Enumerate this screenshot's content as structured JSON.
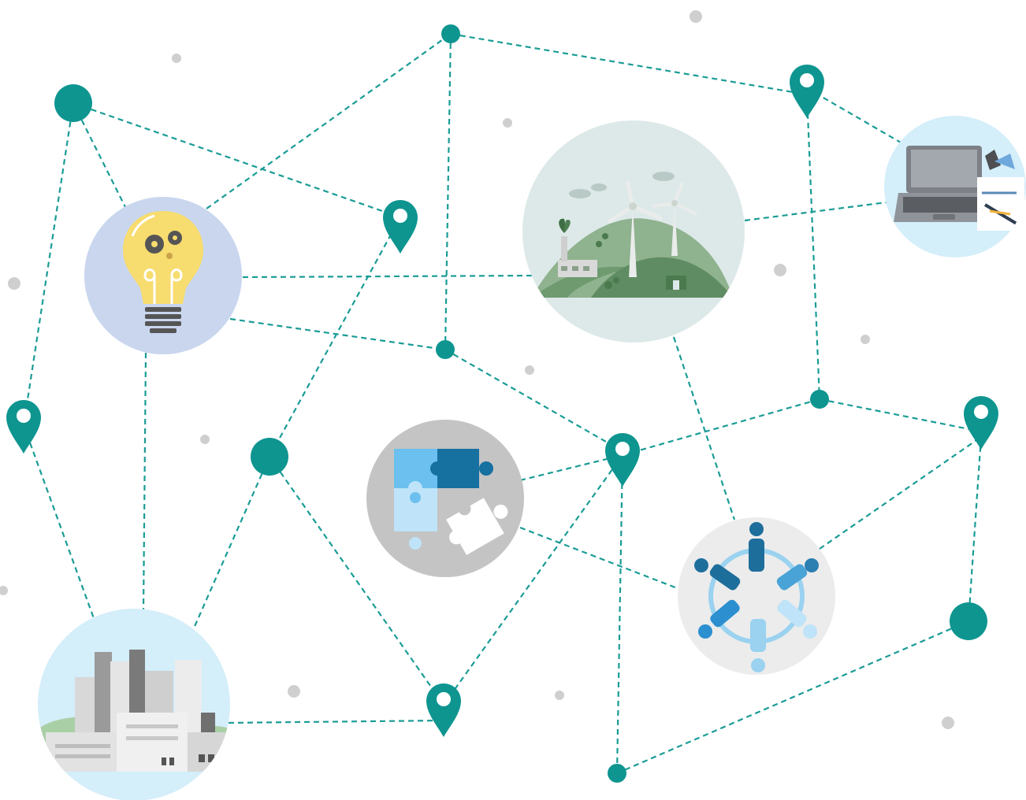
{
  "colors": {
    "accent": "#0e9590",
    "edge": "#1a9c96",
    "decor_dot": "#cfcfcf",
    "lightbulb_bg": "#c9d6ee",
    "energy_bg": "#dde9e8",
    "laptop_bg": "#d4eefa",
    "puzzle_bg": "#c4c4c4",
    "people_bg": "#ececec",
    "city_bg": "#d4eefa"
  },
  "illustrations": [
    {
      "id": "lightbulb",
      "icon": "lightbulb-gears-icon"
    },
    {
      "id": "energy",
      "icon": "wind-turbines-landscape-icon"
    },
    {
      "id": "laptop",
      "icon": "laptop-tools-icon"
    },
    {
      "id": "puzzle",
      "icon": "puzzle-pieces-icon"
    },
    {
      "id": "people",
      "icon": "people-circle-icon"
    },
    {
      "id": "city",
      "icon": "city-buildings-icon"
    }
  ],
  "node_icons": {
    "dot": "network-node-dot",
    "pin": "location-pin-icon"
  }
}
